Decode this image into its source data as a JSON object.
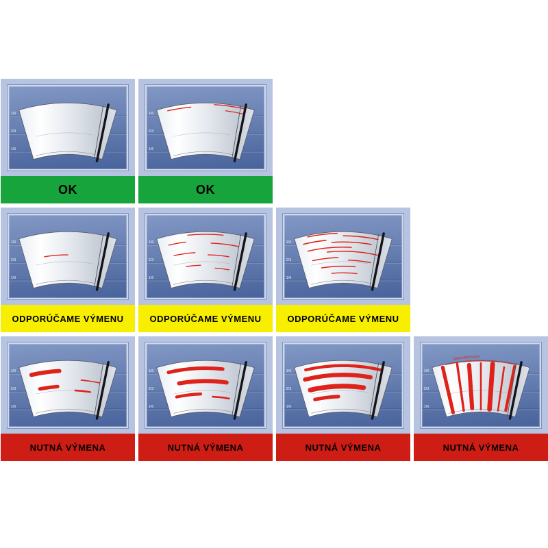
{
  "page": {
    "background": "#ffffff"
  },
  "colors": {
    "cell_bg": "#b6c3e1",
    "panel_top": "#8298c5",
    "panel_bottom": "#48639c",
    "glass_outline": "#565c6a",
    "blade": "#141419",
    "streak": "#de231b",
    "gauge_text": "#edf2fb",
    "ok_bg": "#17a43c",
    "recommend_bg": "#f8ee00",
    "required_bg": "#cd1d14",
    "label_text": "#000000"
  },
  "gauge_labels": [
    "1/6",
    "2/3",
    "1/6"
  ],
  "rows": [
    {
      "id": "ok",
      "label": "OK",
      "label_bg": "#17a43c",
      "label_size": 18,
      "cells": [
        {
          "condition": "clean-wipe",
          "streaks": []
        },
        {
          "condition": "few-light-streaks",
          "streaks": [
            {
              "type": "arc",
              "t": 0.93,
              "a0": -13,
              "a1": -5,
              "w": 1.6
            },
            {
              "type": "arc",
              "t": 0.97,
              "a0": 3,
              "a1": 13,
              "w": 1.6
            },
            {
              "type": "arc",
              "t": 0.87,
              "a0": 7,
              "a1": 13.5,
              "w": 1.4
            }
          ]
        }
      ]
    },
    {
      "id": "recommend",
      "label": "ODPORÚČAME VÝMENU",
      "label_bg": "#f8ee00",
      "label_size": 13,
      "cells": [
        {
          "condition": "single-streak",
          "streaks": [
            {
              "type": "arc",
              "t": 0.55,
              "a0": -9,
              "a1": 0,
              "w": 1.6
            }
          ]
        },
        {
          "condition": "several-streaks",
          "streaks": [
            {
              "type": "arc",
              "t": 0.95,
              "a0": -6,
              "a1": 6,
              "w": 1.6
            },
            {
              "type": "arc",
              "t": 0.82,
              "a0": -13,
              "a1": -7,
              "w": 1.6
            },
            {
              "type": "arc",
              "t": 0.78,
              "a0": 2,
              "a1": 12,
              "w": 1.6
            },
            {
              "type": "arc",
              "t": 0.6,
              "a0": -12,
              "a1": -4,
              "w": 1.6
            },
            {
              "type": "arc",
              "t": 0.55,
              "a0": 1,
              "a1": 9,
              "w": 1.6
            },
            {
              "type": "arc",
              "t": 0.35,
              "a0": -8,
              "a1": -2,
              "w": 1.6
            },
            {
              "type": "arc",
              "t": 0.3,
              "a0": 4,
              "a1": 10,
              "w": 1.4
            }
          ]
        },
        {
          "condition": "many-streaks",
          "streaks": [
            {
              "type": "arc",
              "t": 0.97,
              "a0": -12,
              "a1": -2,
              "w": 1.8
            },
            {
              "type": "arc",
              "t": 0.92,
              "a0": 0,
              "a1": 12,
              "w": 1.8
            },
            {
              "type": "arc",
              "t": 0.85,
              "a0": -14,
              "a1": -6,
              "w": 1.8
            },
            {
              "type": "arc",
              "t": 0.8,
              "a0": -4,
              "a1": 10,
              "w": 1.8
            },
            {
              "type": "arc",
              "t": 0.7,
              "a0": -13,
              "a1": 3,
              "w": 1.8
            },
            {
              "type": "arc",
              "t": 0.62,
              "a0": -6,
              "a1": 13,
              "w": 1.8
            },
            {
              "type": "arc",
              "t": 0.5,
              "a0": -12,
              "a1": -2,
              "w": 1.8
            },
            {
              "type": "arc",
              "t": 0.45,
              "a0": 2,
              "a1": 11,
              "w": 1.6
            },
            {
              "type": "arc",
              "t": 0.33,
              "a0": -9,
              "a1": 5,
              "w": 1.8
            },
            {
              "type": "arc",
              "t": 0.2,
              "a0": -5,
              "a1": 6,
              "w": 1.6
            }
          ]
        }
      ]
    },
    {
      "id": "required",
      "label": "NUTNÁ VÝMENA",
      "label_bg": "#cd1d14",
      "label_size": 13,
      "cells": [
        {
          "condition": "thick-smears",
          "streaks": [
            {
              "type": "arc",
              "t": 0.8,
              "a0": -13,
              "a1": -3,
              "w": 7
            },
            {
              "type": "arc",
              "t": 0.5,
              "a0": -11,
              "a1": -4,
              "w": 6
            },
            {
              "type": "arc",
              "t": 0.63,
              "a0": 5,
              "a1": 12,
              "w": 2
            },
            {
              "type": "arc",
              "t": 0.42,
              "a0": 3,
              "a1": 9,
              "w": 3
            }
          ]
        },
        {
          "condition": "wide-smears",
          "streaks": [
            {
              "type": "arc",
              "t": 0.85,
              "a0": -13,
              "a1": 6,
              "w": 6
            },
            {
              "type": "arc",
              "t": 0.6,
              "a0": -10,
              "a1": 8,
              "w": 7
            },
            {
              "type": "arc",
              "t": 0.35,
              "a0": -12,
              "a1": -2,
              "w": 5
            },
            {
              "type": "arc",
              "t": 0.3,
              "a0": 3,
              "a1": 10,
              "w": 3
            }
          ]
        },
        {
          "condition": "heavy-bands",
          "streaks": [
            {
              "type": "arc",
              "t": 0.9,
              "a0": -13,
              "a1": 13,
              "w": 5
            },
            {
              "type": "arc",
              "t": 0.72,
              "a0": -14,
              "a1": 10,
              "w": 7
            },
            {
              "type": "arc",
              "t": 0.5,
              "a0": -13,
              "a1": 8,
              "w": 8
            },
            {
              "type": "arc",
              "t": 0.3,
              "a0": -12,
              "a1": -2,
              "w": 6
            }
          ]
        },
        {
          "condition": "judder-vertical-smears",
          "top_text": "ratterratterratter",
          "streaks": [
            {
              "type": "arc",
              "t": 0.99,
              "a0": -12,
              "a1": 12,
              "w": 1.2
            },
            {
              "type": "ray",
              "a": -13,
              "t0": 0.05,
              "t1": 0.95,
              "w": 6
            },
            {
              "type": "ray",
              "a": -8,
              "t0": 0.05,
              "t1": 0.97,
              "w": 4
            },
            {
              "type": "ray",
              "a": -4,
              "t0": 0.08,
              "t1": 0.92,
              "w": 7
            },
            {
              "type": "ray",
              "a": 0,
              "t0": 0.05,
              "t1": 0.95,
              "w": 3
            },
            {
              "type": "ray",
              "a": 4,
              "t0": 0.06,
              "t1": 0.94,
              "w": 8
            },
            {
              "type": "ray",
              "a": 8,
              "t0": 0.05,
              "t1": 0.9,
              "w": 3
            },
            {
              "type": "ray",
              "a": 11.5,
              "t0": 0.08,
              "t1": 0.95,
              "w": 5
            }
          ]
        }
      ]
    }
  ]
}
